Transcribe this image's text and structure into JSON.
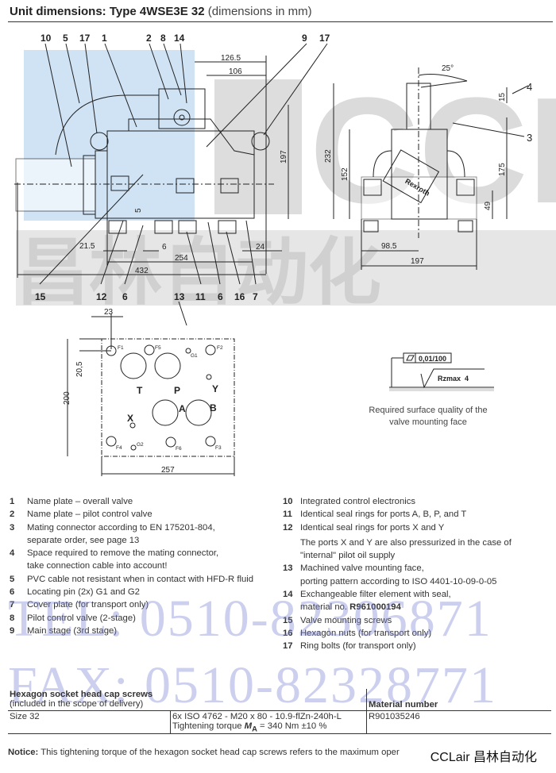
{
  "header": {
    "title": "Unit dimensions: Type 4WSE3E 32",
    "subtitle": "(dimensions in mm)"
  },
  "side_view": {
    "callouts_top": [
      "10",
      "5",
      "17",
      "1",
      "2",
      "8",
      "14",
      "9",
      "17"
    ],
    "callouts_bottom": [
      "15",
      "12",
      "6",
      "13",
      "11",
      "6",
      "16",
      "7"
    ],
    "dims": {
      "d126_5": "126.5",
      "d106": "106",
      "d197": "197",
      "d21_5": "21.5",
      "d5": "5",
      "d6": "6",
      "d254": "254",
      "d432": "432",
      "d24": "24"
    }
  },
  "end_view": {
    "dims": {
      "d232": "232",
      "d152": "152",
      "d175": "175",
      "d15": "15",
      "d49": "49",
      "d98_5": "98.5",
      "d197": "197",
      "angle": "25°"
    },
    "callouts": [
      "4",
      "3"
    ],
    "brand": "Rexroth"
  },
  "port_pattern": {
    "dims": {
      "d23": "23",
      "d20_5": "20,5",
      "d200": "200",
      "d257": "257"
    },
    "ports": [
      "T",
      "P",
      "Y",
      "X",
      "A",
      "B"
    ],
    "holes": [
      "F1",
      "F5",
      "G1",
      "F2",
      "F4",
      "G2",
      "F6",
      "F3"
    ]
  },
  "surface": {
    "tolerance": "0,01/100",
    "roughness": "Rzmax  4",
    "caption_line1": "Required surface quality of the",
    "caption_line2": "valve mounting face"
  },
  "legend_left": [
    {
      "n": "1",
      "t": "Name plate – overall valve"
    },
    {
      "n": "2",
      "t": "Name plate – pilot control valve"
    },
    {
      "n": "3",
      "t": "Mating connector according to EN 175201-804,\nseparate order, see page 13"
    },
    {
      "n": "4",
      "t": "Space required to remove the mating connector,\ntake connection cable into account!"
    },
    {
      "n": "5",
      "t": "PVC cable not resistant when in contact with HFD-R fluid"
    },
    {
      "n": "6",
      "t": "Locating pin (2x) G1 and G2"
    },
    {
      "n": "7",
      "t": "Cover plate (for transport only)"
    },
    {
      "n": "8",
      "t": "Pilot control valve (2-stage)"
    },
    {
      "n": "9",
      "t": "Main stage (3rd stage)"
    }
  ],
  "legend_right": [
    {
      "n": "10",
      "t": "Integrated control electronics"
    },
    {
      "n": "11",
      "t": "Identical seal rings for ports A, B, P, and T"
    },
    {
      "n": "12",
      "t": "Identical seal rings for ports X and Y"
    },
    {
      "n": "",
      "t": "The ports X and Y are also pressurized in the case of\n\"internal\" pilot oil supply"
    },
    {
      "n": "13",
      "t": "Machined valve mounting face,\nporting pattern according to ISO 4401-10-09-0-05"
    },
    {
      "n": "14",
      "t": "Exchangeable filter element with seal,\nmaterial no. ",
      "bold": "R961000194"
    },
    {
      "n": "15",
      "t": "Valve mounting screws"
    },
    {
      "n": "16",
      "t": "Hexagon nuts (for transport only)"
    },
    {
      "n": "17",
      "t": "Ring bolts (for transport only)"
    }
  ],
  "watermarks": {
    "tel": "TEL: 0510-82306871",
    "fax": "FAX: 0510-82328771",
    "logo_big": "CCLair",
    "logo_cn": "昌林自动化"
  },
  "screws_table": {
    "header_title": "Hexagon socket head cap screws",
    "header_note": "(included in the scope of delivery)",
    "col_material": "Material number",
    "row_size": "Size 32",
    "row_spec": "6x ISO 4762 - M20 x 80 - 10.9-flZn-240h-L",
    "row_torque_prefix": "Tightening torque ",
    "row_torque_sym": "M",
    "row_torque_sub": "A",
    "row_torque_value": " = 340 Nm ±10 %",
    "row_material": "R901035246"
  },
  "notice": {
    "label": "Notice:",
    "text": " This tightening torque of the hexagon socket head cap screws refers to the maximum oper"
  },
  "footer_logo": "CCLair 昌林自动化"
}
